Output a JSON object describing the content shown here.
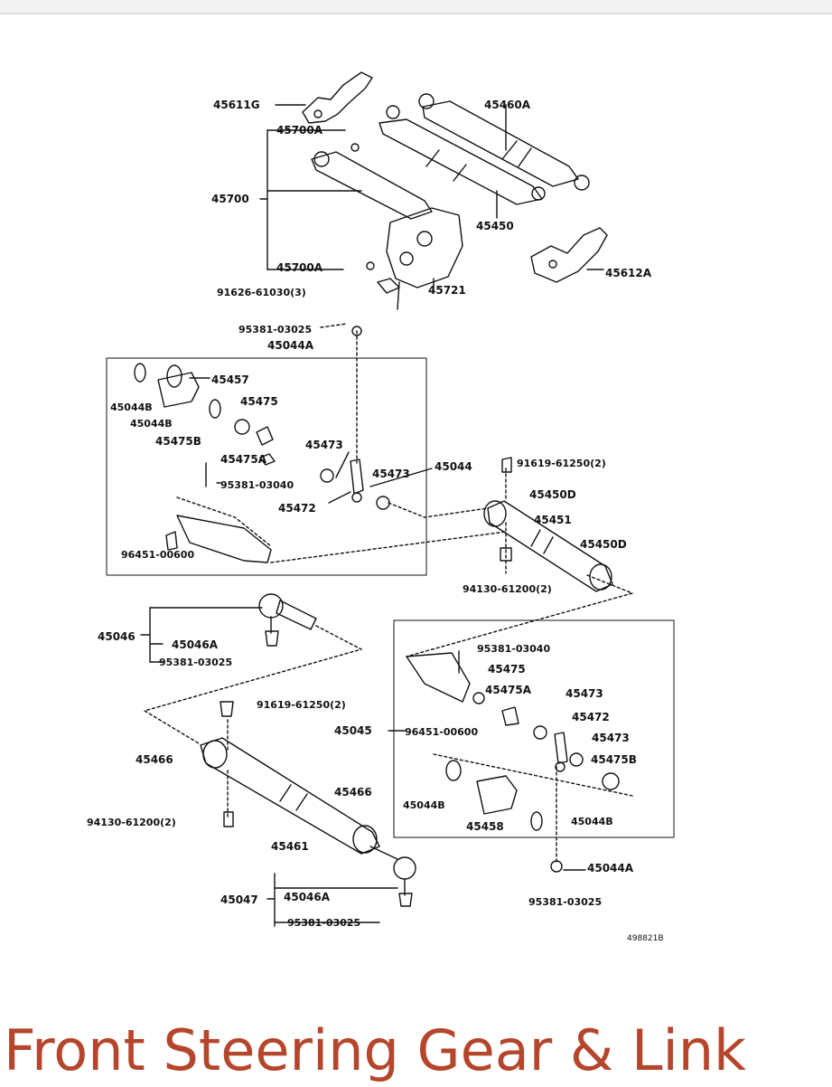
{
  "page": {
    "title": "Front Steering Gear & Link"
  },
  "diagram": {
    "code": "498821B",
    "labels": {
      "l45611G": "45611G",
      "l45700A_1": "45700A",
      "l45460A": "45460A",
      "l45700": "45700",
      "l45450": "45450",
      "l45612A": "45612A",
      "l45700A_2": "45700A",
      "l45721": "45721",
      "l91626": "91626-61030(3)",
      "l95381a": "95381-03025",
      "l45044A_1": "45044A",
      "l45457": "45457",
      "l45044B_1": "45044B",
      "l45475_1": "45475",
      "l45044B_2": "45044B",
      "l45475B_1": "45475B",
      "l45475A_1": "45475A",
      "l45473_1": "45473",
      "l95381b": "95381-03040",
      "l45473_2": "45473",
      "l45044": "45044",
      "l91619a": "91619-61250(2)",
      "l45472_1": "45472",
      "l45450D_1": "45450D",
      "l45451": "45451",
      "l45450D_2": "45450D",
      "l96451a": "96451-00600",
      "l94130a": "94130-61200(2)",
      "l45046": "45046",
      "l45046A_1": "45046A",
      "l95381c": "95381-03025",
      "l95381d": "95381-03040",
      "l45475_2": "45475",
      "l45475A_2": "45475A",
      "l45473_3": "45473",
      "l91619b": "91619-61250(2)",
      "l45472_2": "45472",
      "l45045": "45045",
      "l96451b": "96451-00600",
      "l45473_4": "45473",
      "l45475B_2": "45475B",
      "l45466_1": "45466",
      "l45466_2": "45466",
      "l45044B_3": "45044B",
      "l94130b": "94130-61200(2)",
      "l45458": "45458",
      "l45044B_4": "45044B",
      "l45461": "45461",
      "l45044A_2": "45044A",
      "l45047": "45047",
      "l45046A_2": "45046A",
      "l95381e": "95381-03025",
      "l95381f": "95381-03025"
    }
  }
}
